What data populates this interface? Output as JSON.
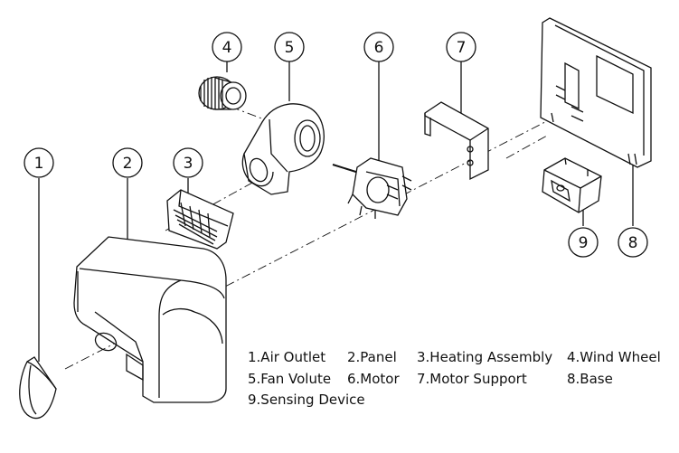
{
  "callouts": [
    "1",
    "2",
    "3",
    "4",
    "5",
    "6",
    "7",
    "8",
    "9"
  ],
  "legend": {
    "row1": [
      "1.Air Outlet",
      "2.Panel",
      "3.Heating Assembly",
      "4.Wind Wheel"
    ],
    "row2": [
      "5.Fan Volute",
      "6.Motor",
      "7.Motor Support",
      "8.Base"
    ],
    "row3": [
      "9.Sensing Device"
    ]
  }
}
